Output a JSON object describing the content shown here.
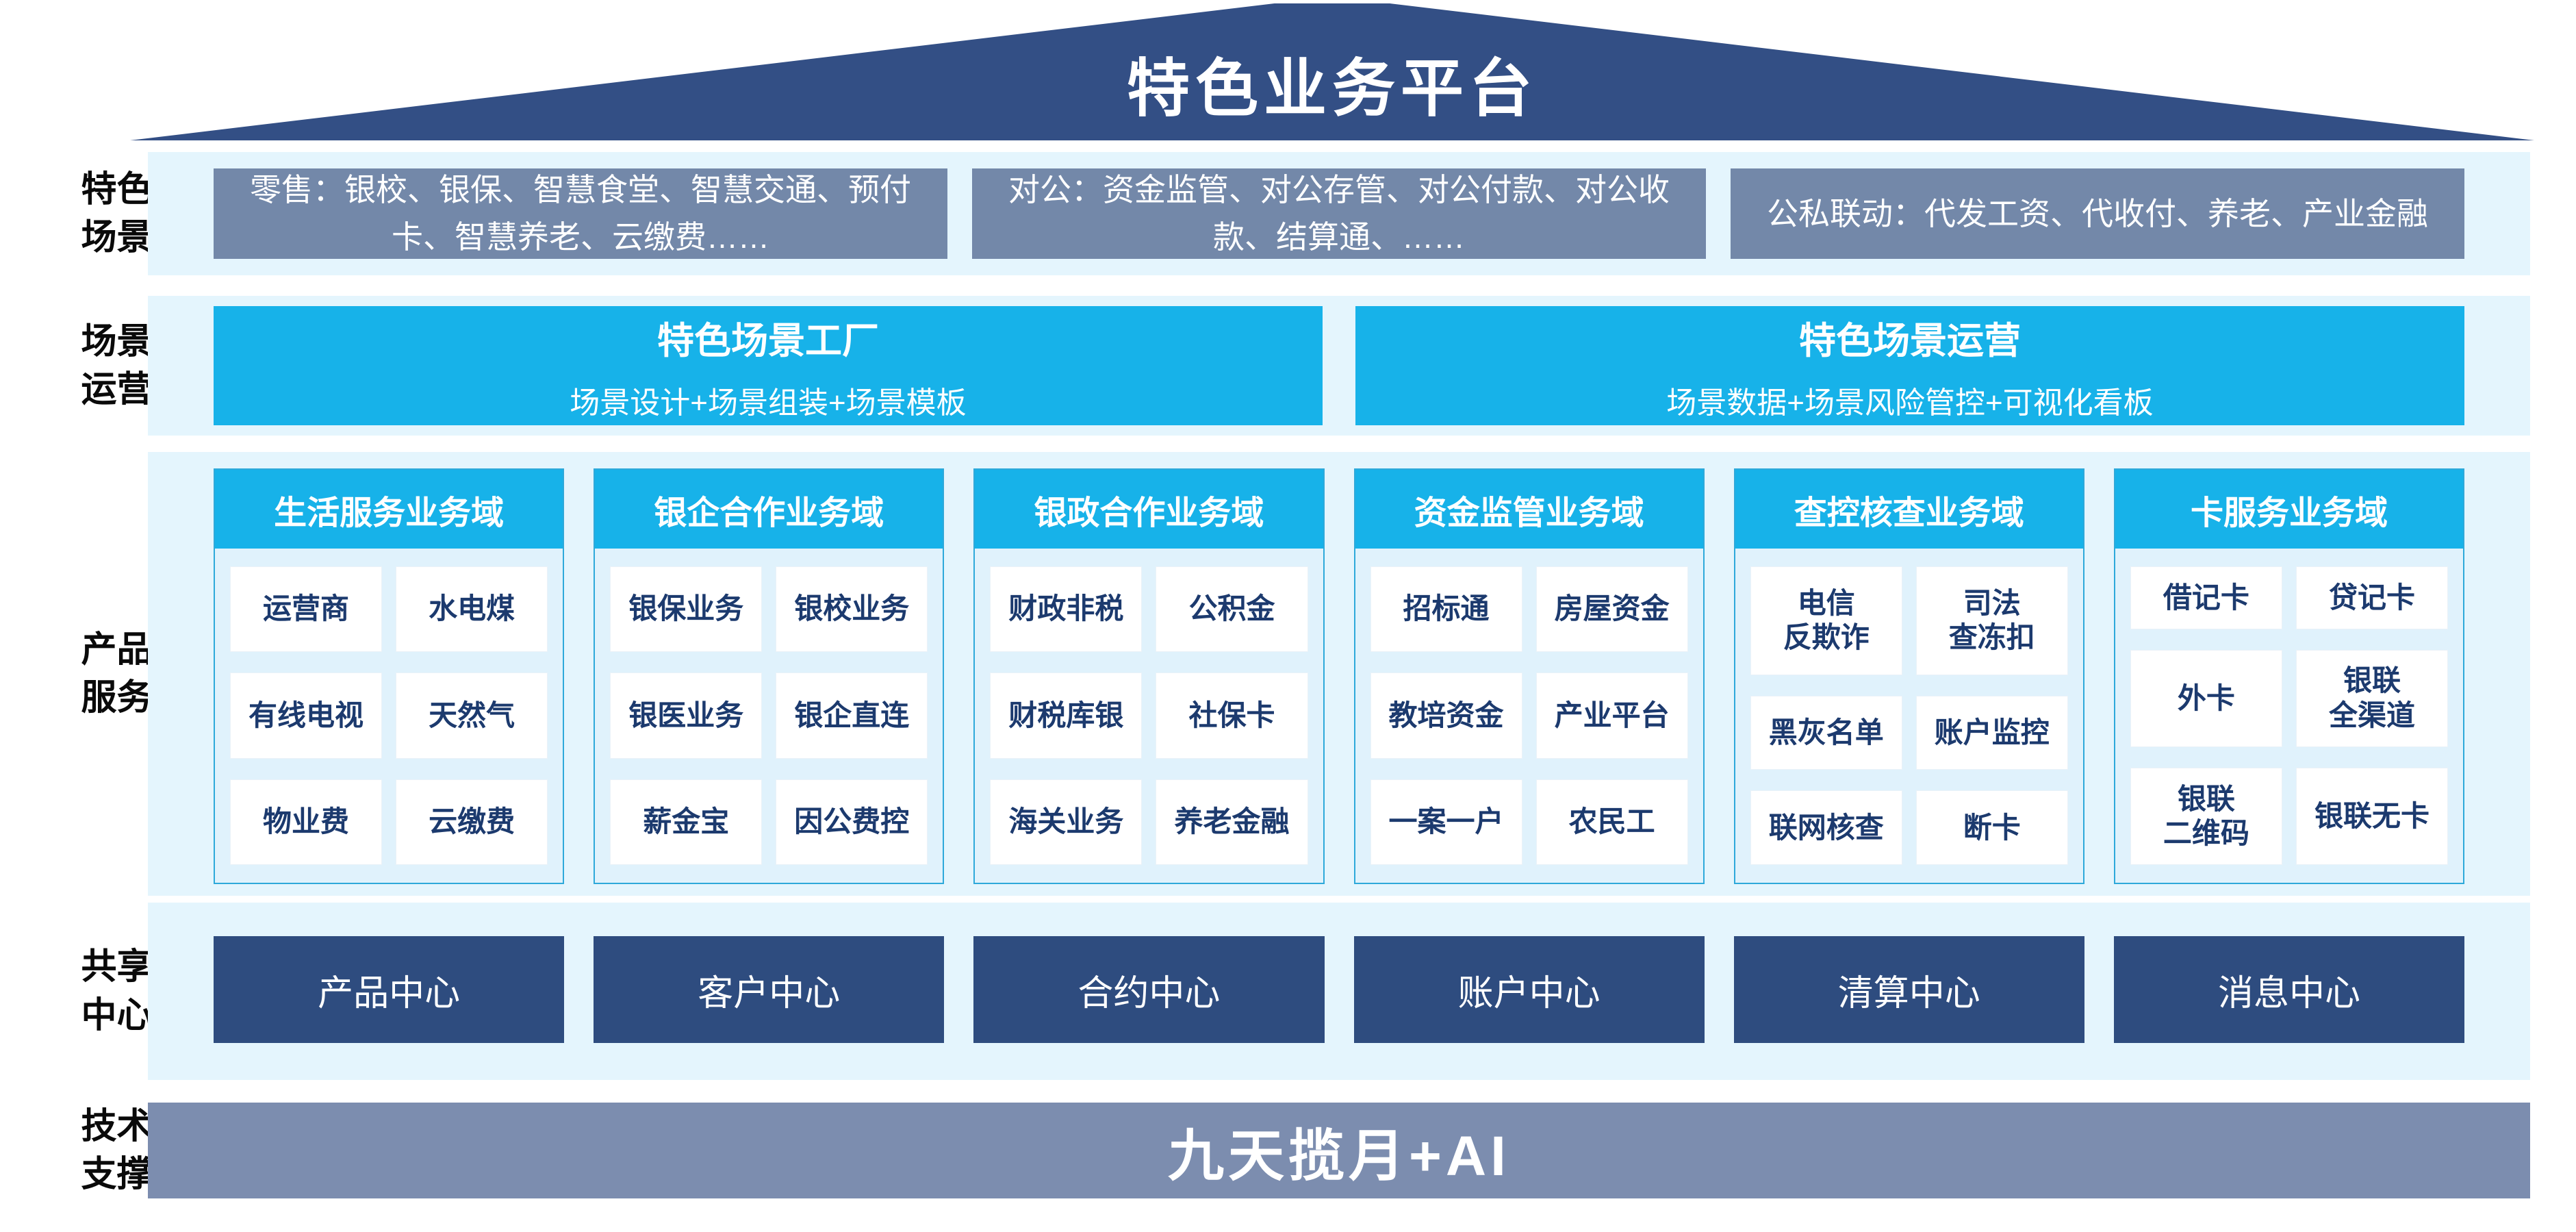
{
  "roof": {
    "title": "特色业务平台"
  },
  "colors": {
    "roof_navy": "#334f85",
    "scene_box_slate": "#7388a9",
    "band_light_blue": "#e4f5fd",
    "accent_cyan": "#17b2e9",
    "column_body_blue": "#e0f2fc",
    "item_text_navy": "#1c3a6e",
    "center_box_navy": "#2e4c7f",
    "tech_bar_slate": "#7c8daf"
  },
  "bands": {
    "scenes": {
      "label": "特色\n场景",
      "boxes": [
        "零售：银校、银保、智慧食堂、智慧交通、预付卡、智慧养老、云缴费……",
        "对公：资金监管、对公存管、对公付款、对公收款、结算通、……",
        "公私联动：代发工资、代收付、养老、产业金融"
      ]
    },
    "operation": {
      "label": "场景\n运营",
      "boxes": [
        {
          "title": "特色场景工厂",
          "subtitle": "场景设计+场景组装+场景模板"
        },
        {
          "title": "特色场景运营",
          "subtitle": "场景数据+场景风险管控+可视化看板"
        }
      ]
    },
    "products": {
      "label": "产品\n服务",
      "columns": [
        {
          "header": "生活服务业务域",
          "items": [
            "运营商",
            "水电煤",
            "有线电视",
            "天然气",
            "物业费",
            "云缴费"
          ]
        },
        {
          "header": "银企合作业务域",
          "items": [
            "银保业务",
            "银校业务",
            "银医业务",
            "银企直连",
            "薪金宝",
            "因公费控"
          ]
        },
        {
          "header": "银政合作业务域",
          "items": [
            "财政非税",
            "公积金",
            "财税库银",
            "社保卡",
            "海关业务",
            "养老金融"
          ]
        },
        {
          "header": "资金监管业务域",
          "items": [
            "招标通",
            "房屋资金",
            "教培资金",
            "产业平台",
            "一案一户",
            "农民工"
          ]
        },
        {
          "header": "查控核查业务域",
          "items": [
            "电信\n反欺诈",
            "司法\n查冻扣",
            "黑灰名单",
            "账户监控",
            "联网核查",
            "断卡"
          ]
        },
        {
          "header": "卡服务业务域",
          "items": [
            "借记卡",
            "贷记卡",
            "外卡",
            "银联\n全渠道",
            "银联\n二维码",
            "银联无卡"
          ]
        }
      ]
    },
    "shared": {
      "label": "共享\n中心",
      "boxes": [
        "产品中心",
        "客户中心",
        "合约中心",
        "账户中心",
        "清算中心",
        "消息中心"
      ]
    },
    "tech": {
      "label": "技术\n支撑",
      "bar": "九天揽月+AI"
    }
  }
}
